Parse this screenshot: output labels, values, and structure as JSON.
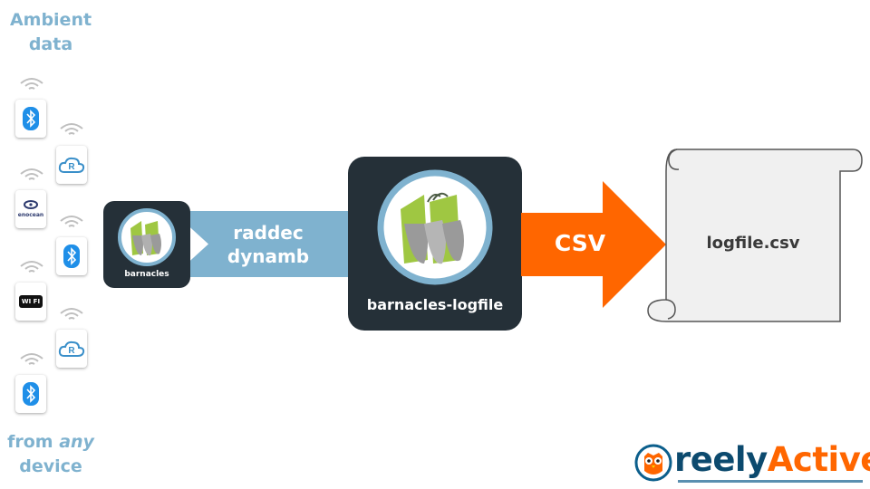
{
  "left_column": {
    "title_line1": "Ambient",
    "title_line2": "data",
    "bottom_line1_pre": "from ",
    "bottom_line1_em": "any",
    "bottom_line2": "device"
  },
  "devices": [
    {
      "kind": "bluetooth-tag"
    },
    {
      "kind": "reelyactive-cloud-tag"
    },
    {
      "kind": "enocean-tag",
      "label": "enocean"
    },
    {
      "kind": "bluetooth-tag"
    },
    {
      "kind": "wifi-tag",
      "label": "WI FI"
    },
    {
      "kind": "reelyactive-cloud-tag"
    },
    {
      "kind": "bluetooth-tag"
    }
  ],
  "barnacles": {
    "label": "barnacles"
  },
  "arrow1": {
    "line1": "raddec",
    "line2": "dynamb"
  },
  "logfile_box": {
    "label": "barnacles-logfile"
  },
  "arrow2": {
    "label": "CSV"
  },
  "scroll": {
    "label": "logfile.csv"
  },
  "brand": {
    "part1": "reely",
    "part2": "Active"
  },
  "colors": {
    "accent_blue": "#7fb2cf",
    "dark": "#253038",
    "orange": "#ff6600",
    "bluetooth": "#1f8fe8"
  }
}
